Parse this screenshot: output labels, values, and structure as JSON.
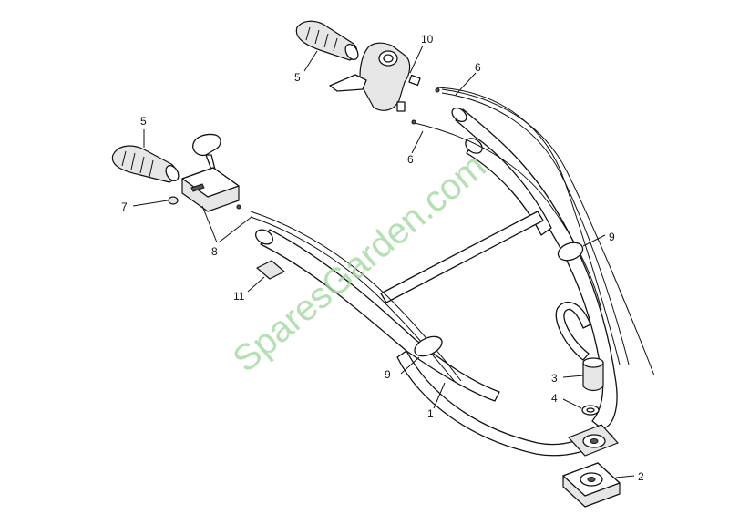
{
  "watermark": "SparesGarden.com",
  "callouts": {
    "handle_bar": "1",
    "base_mount": "2",
    "sleeve": "3",
    "washer": "4",
    "grip_right": "5",
    "grip_left": "5",
    "cable_upper": "6",
    "cable_mid": "6",
    "nut": "7",
    "throttle": "8",
    "clip_right": "9",
    "clip_left": "9",
    "lever_assembly": "10",
    "label": "11"
  }
}
